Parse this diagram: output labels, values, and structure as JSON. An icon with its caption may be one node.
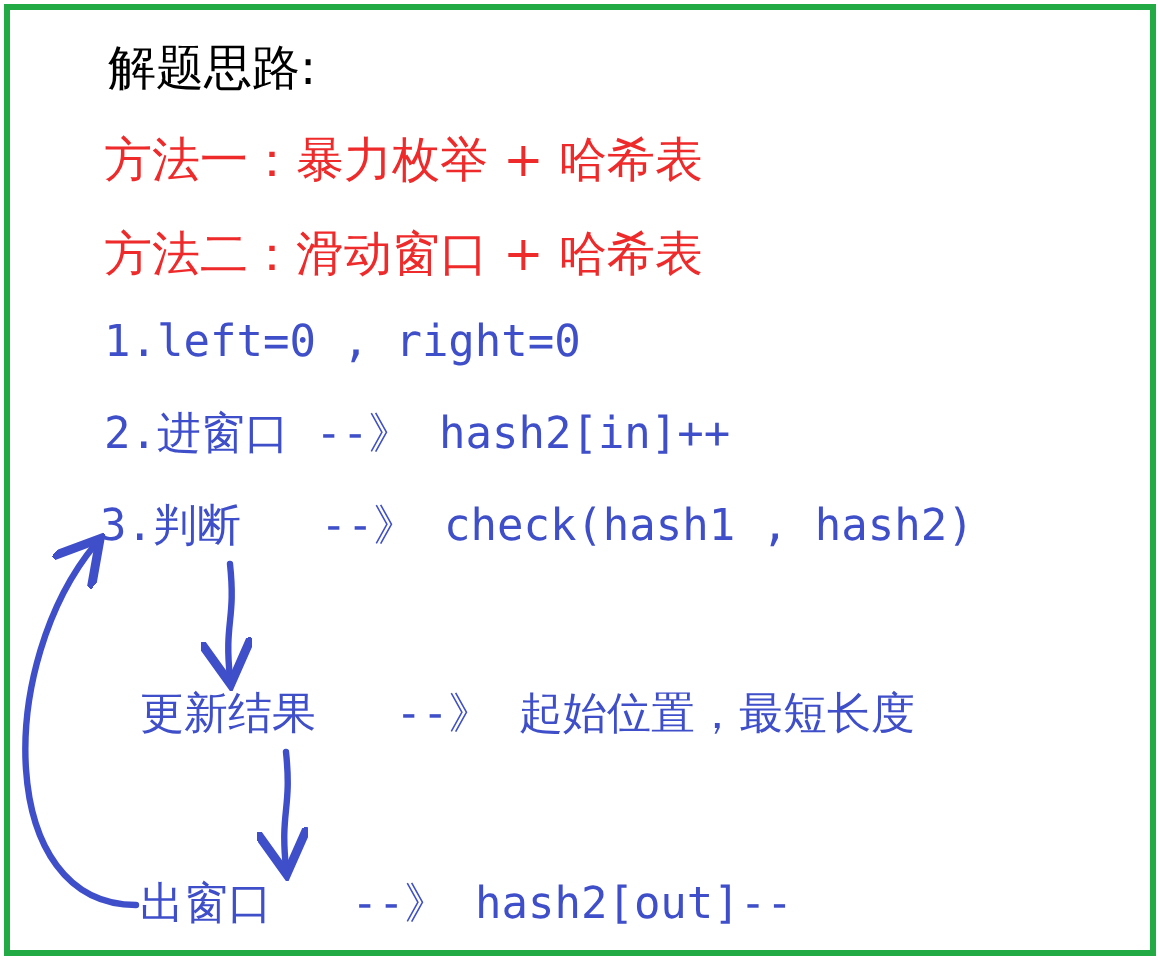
{
  "diagram": {
    "title": "解题思路:",
    "nodes": [
      {
        "text": [
          "3.判断   --》 check(hash1 , hash2)"
        ]
      },
      {
        "text": [
          "更新结果   --》 起始位置，最短长度"
        ]
      },
      {
        "text": [
          "出窗口   --》 hash2[out]--"
        ]
      }
    ],
    "edges": [
      {
        "from": 0,
        "to": 1,
        "arrow": "to"
      },
      {
        "from": 1,
        "to": 2,
        "arrow": "to"
      },
      {
        "from": 2,
        "to": 0,
        "arrow": "to"
      }
    ],
    "labels": [
      "方法一：暴力枚举 + 哈希表",
      "方法二：滑动窗口 + 哈希表",
      "1.left=0 , right=0",
      "2.进窗口 --》 hash2[in]++"
    ]
  }
}
